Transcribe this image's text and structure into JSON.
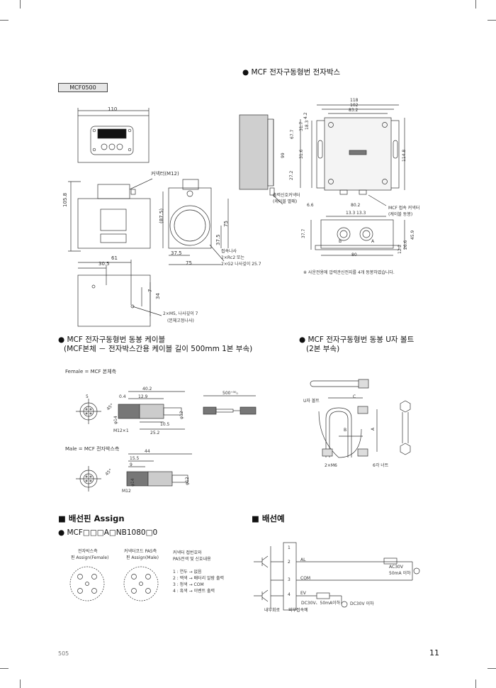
{
  "model_box": "MCF0500",
  "top_right_title": "● MCF 전자구동형번 전자박스",
  "left_drawing": {
    "dim_110": "110",
    "connector": "커넥터(M12)",
    "dim_105_8": "105.8",
    "dim_87_5": "(87.5)",
    "dim_37_5_v": "37.5",
    "dim_75_v": "75",
    "dim_37_5_h": "37.5",
    "dim_75_h": "75",
    "ground_1": "접속나사",
    "ground_2": "2×Rc2 또는",
    "ground_3": "2×G2 나사깊이 25.7",
    "dim_61": "61",
    "dim_30_5": "30.5",
    "dim_7": "7",
    "dim_34": "34",
    "mount_1": "2×M5, 나사깊이 7",
    "mount_2": "(본체고정나사)"
  },
  "right_drawing": {
    "d118": "118",
    "d102": "102",
    "d83_2": "83.2",
    "d4_2": "4.2",
    "d31_7": "31.7",
    "d18_3": "18.3",
    "d67_7": "67.7",
    "d99": "99",
    "d31_6": "31.6",
    "d27_2": "27.2",
    "d114_8": "114.8",
    "out_connector_1": "출력신호커넥터",
    "out_connector_2": "(케이블 별매)",
    "d6_6": "6.6",
    "d80_2": "80.2",
    "mcf_connector_1": "MCF 접속 커넥터",
    "mcf_connector_2": "(케이블 동봉)",
    "d13_3a": "13.3",
    "d13_3b": "13.3",
    "d37_7": "37.7",
    "d45_9": "45.9",
    "d26_6": "26.6",
    "d12_2": "12.2",
    "d80": "80",
    "label_B": "B",
    "label_A": "A",
    "note": "※ 사운전용에 압력관신전지를 4개 동봉하였습니다."
  },
  "cable_section": {
    "title": "● MCF 전자구동형번 동봉 케이블",
    "subtitle": "(MCF본체 － 전자박스간용 케이블 길이 500mm 1본 부속)",
    "female_label": "Female = MCF 본체측",
    "d40_2": "40.2",
    "d5": "5",
    "d0_4": "0.4",
    "d12_9": "12.9",
    "d500": "500⁺³⁰₀",
    "d45deg": "45°",
    "d14": "φ14",
    "d12": "φ12",
    "d10_5": "10.5",
    "m12x1": "M12×1",
    "d25_2": "25.2",
    "male_label": "Male = MCF 전자박스측",
    "d44": "44",
    "d15_5": "15.5",
    "d9": "9",
    "d45deg_b": "45°",
    "d14_b": "φ14",
    "d12_b": "φ12",
    "m12": "M12"
  },
  "ubolt_section": {
    "title": "● MCF 전자구동형번 동봉 U자 볼트",
    "subtitle": "(2본 부속)",
    "ubolt_label": "U자 볼트",
    "label_C": "C",
    "label_B": "B",
    "label_A": "A",
    "m6": "2×M6",
    "nut": "6각 너트"
  },
  "assign_section": {
    "title": "■ 배선핀 Assign",
    "model": "● MCF□□□A□NB1080□0",
    "col1_1": "전자박스측",
    "col1_2": "핀 Assign(Female)",
    "col2_1": "커넥터코드 PA5측",
    "col2_2": "핀 Assign(Male)",
    "col3_1": "커넥터 접번호와",
    "col3_2": "PA5전색 및 신호내용",
    "list": [
      "1 : 연두 → 없음",
      "2 : 백색 → 배터리 알람 출력",
      "3 : 청색 → COM",
      "4 : 흑색 → 이벤트 출력"
    ]
  },
  "wiring_section": {
    "title": "■ 배선예",
    "t1": "1",
    "t2": "2",
    "t3": "3",
    "t4": "4",
    "al": "AL",
    "com": "COM",
    "ev": "EV",
    "ac_1": "AC30V",
    "ac_2": "50mA 이하",
    "dc_1": "DC30V、50mA이하",
    "dc_2": "DC30V 이하",
    "inner": "내부회로",
    "outer": "외부접속예"
  },
  "footer": {
    "left": "505",
    "page": "11"
  }
}
